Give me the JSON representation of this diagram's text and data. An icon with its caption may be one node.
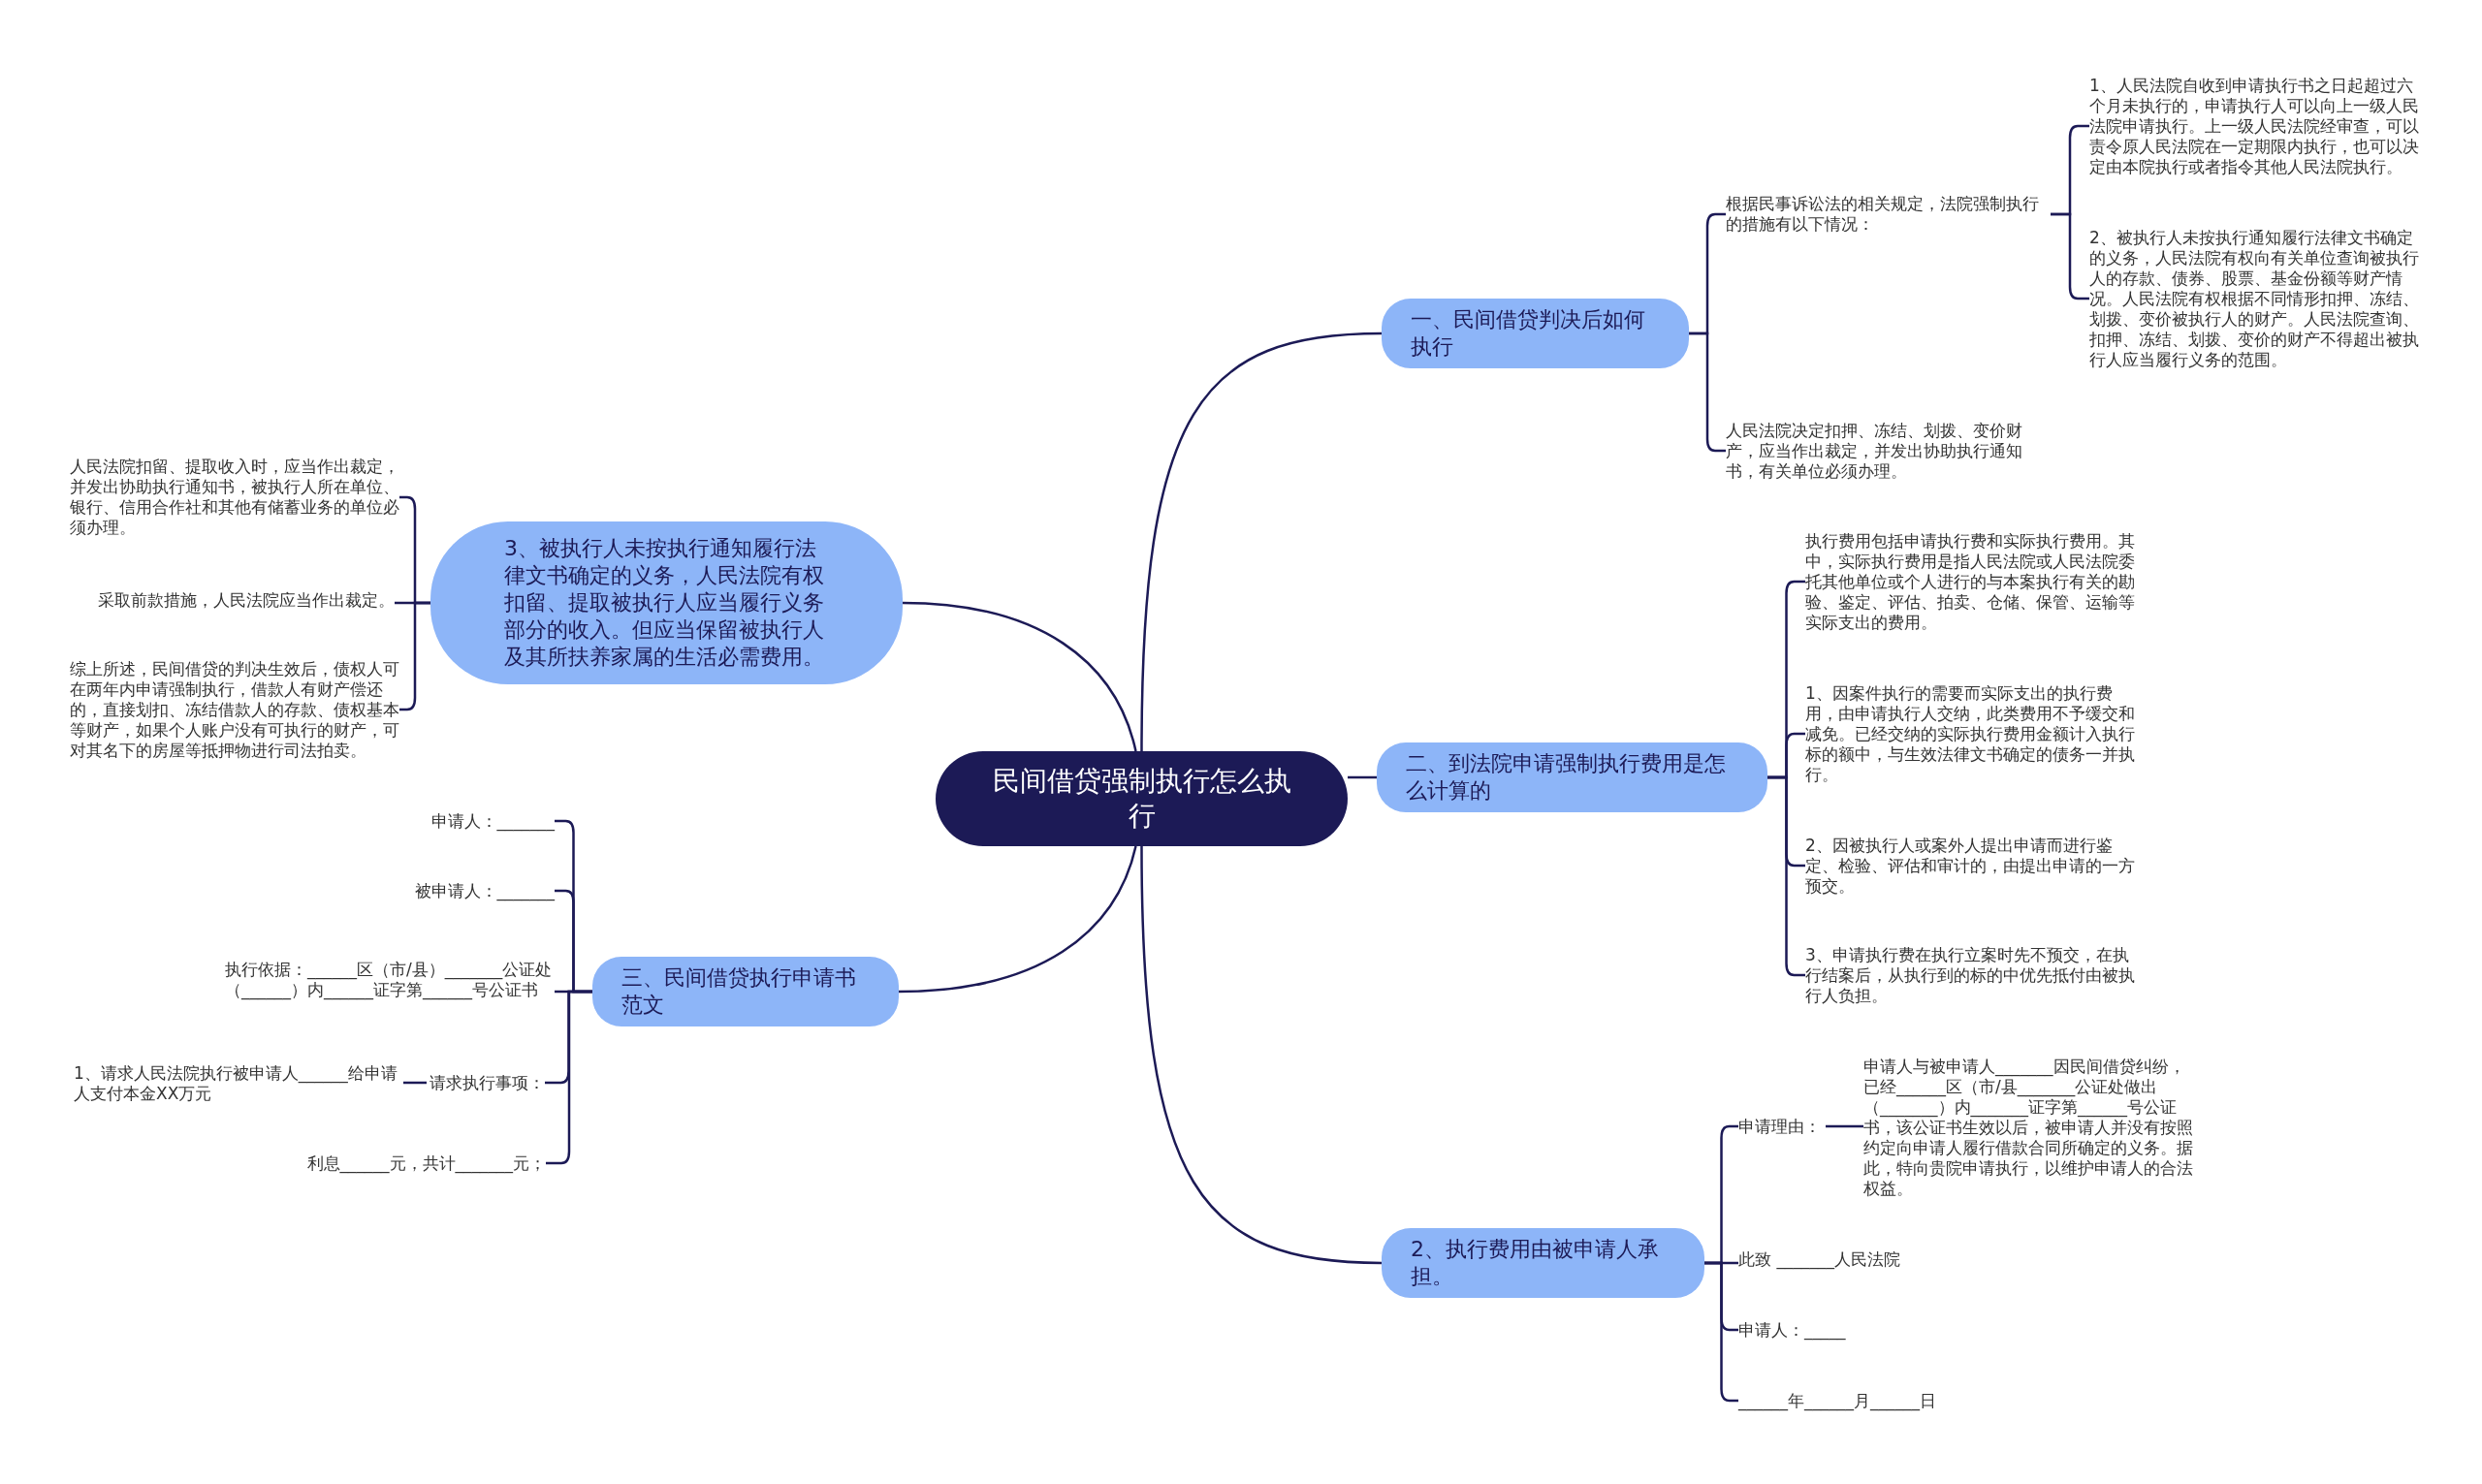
{
  "diagram": {
    "nodes": [
      {
        "text": [
          "民间借贷强制执行怎么执行"
        ]
      },
      {
        "text": [
          "一、民间借贷判决后如何执行"
        ]
      },
      {
        "text": [
          "根据民事诉讼法的相关规定，法院强制执行的措施有以下情况："
        ]
      },
      {
        "text": [
          "1、人民法院自收到申请执行书之日起超过六个月未执行的，申请执行人可以向上一级人民法院申请执行。上一级人民法院经审查，可以责令原人民法院在一定期限内执行，也可以决定由本院执行或者指令其他人民法院执行。"
        ]
      },
      {
        "text": [
          "2、被执行人未按执行通知履行法律文书确定的义务，人民法院有权向有关单位查询被执行人的存款、债券、股票、基金份额等财产情况。人民法院有权根据不同情形扣押、冻结、划拨、变价被执行人的财产。人民法院查询、扣押、冻结、划拨、变价的财产不得超出被执行人应当履行义务的范围。"
        ]
      },
      {
        "text": [
          "人民法院决定扣押、冻结、划拨、变价财产，应当作出裁定，并发出协助执行通知书，有关单位必须办理。"
        ]
      },
      {
        "text": [
          "二、到法院申请强制执行费用是怎么计算的"
        ]
      },
      {
        "text": [
          "执行费用包括申请执行费和实际执行费用。其中，实际执行费用是指人民法院或人民法院委托其他单位或个人进行的与本案执行有关的勘验、鉴定、评估、拍卖、仓储、保管、运输等实际支出的费用。"
        ]
      },
      {
        "text": [
          "1、因案件执行的需要而实际支出的执行费用，由申请执行人交纳，此类费用不予缓交和减免。已经交纳的实际执行费用金额计入执行标的额中，与生效法律文书确定的债务一并执行。"
        ]
      },
      {
        "text": [
          "2、因被执行人或案外人提出申请而进行鉴定、检验、评估和审计的，由提出申请的一方预交。"
        ]
      },
      {
        "text": [
          "3、申请执行费在执行立案时先不预交，在执行结案后，从执行到的标的中优先抵付由被执行人负担。"
        ]
      },
      {
        "text": [
          "2、执行费用由被申请人承担。"
        ]
      },
      {
        "text": [
          "申请理由："
        ]
      },
      {
        "text": [
          "申请人与被申请人_______因民间借贷纠纷，已经______区（市/县_______公证处做出（_______）内_______证字第______号公证书，该公证书生效以后，被申请人并没有按照约定向申请人履行借款合同所确定的义务。据此，特向贵院申请执行，以维护申请人的合法权益。"
        ]
      },
      {
        "text": [
          "此致 _______人民法院"
        ]
      },
      {
        "text": [
          "申请人：_____"
        ]
      },
      {
        "text": [
          "______年______月______日"
        ]
      },
      {
        "text": [
          "3、被执行人未按执行通知履行法律文书确定的义务，人民法院有权扣留、提取被执行人应当履行义务部分的收入。但应当保留被执行人及其所扶养家属的生活必需费用。"
        ]
      },
      {
        "text": [
          "人民法院扣留、提取收入时，应当作出裁定，并发出协助执行通知书，被执行人所在单位、银行、信用合作社和其他有储蓄业务的单位必须办理。"
        ]
      },
      {
        "text": [
          "采取前款措施，人民法院应当作出裁定。"
        ]
      },
      {
        "text": [
          "综上所述，民间借贷的判决生效后，债权人可在两年内申请强制执行，借款人有财产偿还的，直接划扣、冻结借款人的存款、债权基本等财产，如果个人账户没有可执行的财产，可对其名下的房屋等抵押物进行司法拍卖。"
        ]
      },
      {
        "text": [
          "三、民间借贷执行申请书范文"
        ]
      },
      {
        "text": [
          "申请人：_______"
        ]
      },
      {
        "text": [
          "被申请人：_______"
        ]
      },
      {
        "text": [
          "执行依据：______区（市/县）_______公证处（______）内______证字第______号公证书"
        ]
      },
      {
        "text": [
          "请求执行事项："
        ]
      },
      {
        "text": [
          "1、请求人民法院执行被申请人______给申请人支付本金XX万元"
        ]
      },
      {
        "text": [
          "利息______元，共计_______元；"
        ]
      }
    ],
    "edges": [
      {
        "from": 0,
        "to": 1,
        "arrow": "none"
      },
      {
        "from": 1,
        "to": 2,
        "arrow": "none"
      },
      {
        "from": 2,
        "to": 3,
        "arrow": "none"
      },
      {
        "from": 2,
        "to": 4,
        "arrow": "none"
      },
      {
        "from": 1,
        "to": 5,
        "arrow": "none"
      },
      {
        "from": 0,
        "to": 6,
        "arrow": "none"
      },
      {
        "from": 6,
        "to": 7,
        "arrow": "none"
      },
      {
        "from": 6,
        "to": 8,
        "arrow": "none"
      },
      {
        "from": 6,
        "to": 9,
        "arrow": "none"
      },
      {
        "from": 6,
        "to": 10,
        "arrow": "none"
      },
      {
        "from": 0,
        "to": 11,
        "arrow": "none"
      },
      {
        "from": 11,
        "to": 12,
        "arrow": "none"
      },
      {
        "from": 12,
        "to": 13,
        "arrow": "none"
      },
      {
        "from": 11,
        "to": 14,
        "arrow": "none"
      },
      {
        "from": 11,
        "to": 15,
        "arrow": "none"
      },
      {
        "from": 11,
        "to": 16,
        "arrow": "none"
      },
      {
        "from": 0,
        "to": 17,
        "arrow": "none"
      },
      {
        "from": 17,
        "to": 18,
        "arrow": "none"
      },
      {
        "from": 17,
        "to": 19,
        "arrow": "none"
      },
      {
        "from": 17,
        "to": 20,
        "arrow": "none"
      },
      {
        "from": 0,
        "to": 21,
        "arrow": "none"
      },
      {
        "from": 21,
        "to": 22,
        "arrow": "none"
      },
      {
        "from": 21,
        "to": 23,
        "arrow": "none"
      },
      {
        "from": 21,
        "to": 24,
        "arrow": "none"
      },
      {
        "from": 21,
        "to": 25,
        "arrow": "none"
      },
      {
        "from": 25,
        "to": 26,
        "arrow": "none"
      },
      {
        "from": 21,
        "to": 27,
        "arrow": "none"
      }
    ]
  }
}
